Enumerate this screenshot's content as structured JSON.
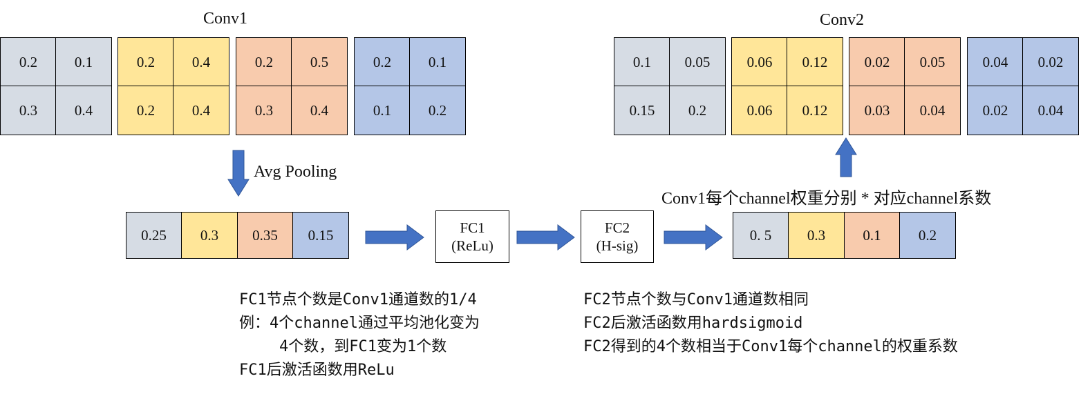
{
  "colors": {
    "gray": "#d6dce4",
    "yellow": "#ffe699",
    "orange": "#f8cbad",
    "blue": "#b4c6e7",
    "arrow": "#4472c4"
  },
  "conv1": {
    "title": "Conv1",
    "channels": [
      {
        "color": "gray",
        "cells": [
          "0.2",
          "0.1",
          "0.3",
          "0.4"
        ]
      },
      {
        "color": "yellow",
        "cells": [
          "0.2",
          "0.4",
          "0.2",
          "0.4"
        ]
      },
      {
        "color": "orange",
        "cells": [
          "0.2",
          "0.5",
          "0.3",
          "0.4"
        ]
      },
      {
        "color": "blue",
        "cells": [
          "0.2",
          "0.1",
          "0.1",
          "0.2"
        ]
      }
    ]
  },
  "conv2": {
    "title": "Conv2",
    "channels": [
      {
        "color": "gray",
        "cells": [
          "0.1",
          "0.05",
          "0.15",
          "0.2"
        ]
      },
      {
        "color": "yellow",
        "cells": [
          "0.06",
          "0.12",
          "0.06",
          "0.12"
        ]
      },
      {
        "color": "orange",
        "cells": [
          "0.02",
          "0.05",
          "0.03",
          "0.04"
        ]
      },
      {
        "color": "blue",
        "cells": [
          "0.04",
          "0.02",
          "0.02",
          "0.04"
        ]
      }
    ]
  },
  "pooled": {
    "values": [
      "0.25",
      "0.3",
      "0.35",
      "0.15"
    ],
    "colors": [
      "gray",
      "yellow",
      "orange",
      "blue"
    ]
  },
  "weights": {
    "values": [
      "0. 5",
      "0.3",
      "0.1",
      "0.2"
    ],
    "colors": [
      "gray",
      "yellow",
      "orange",
      "blue"
    ]
  },
  "avg_pooling_label": "Avg Pooling",
  "fc1": {
    "line1": "FC1",
    "line2": "(ReLu)"
  },
  "fc2": {
    "line1": "FC2",
    "line2": "(H-sig)"
  },
  "multiply_label": "Conv1每个channel权重分别 * 对应channel系数",
  "notes_left": [
    "FC1节点个数是Conv1通道数的1/4",
    "例：4个channel通过平均池化变为",
    "4个数，到FC1变为1个数",
    "FC1后激活函数用ReLu"
  ],
  "notes_right": [
    "FC2节点个数与Conv1通道数相同",
    "FC2后激活函数用hardsigmoid",
    "FC2得到的4个数相当于Conv1每个channel的权重系数"
  ]
}
